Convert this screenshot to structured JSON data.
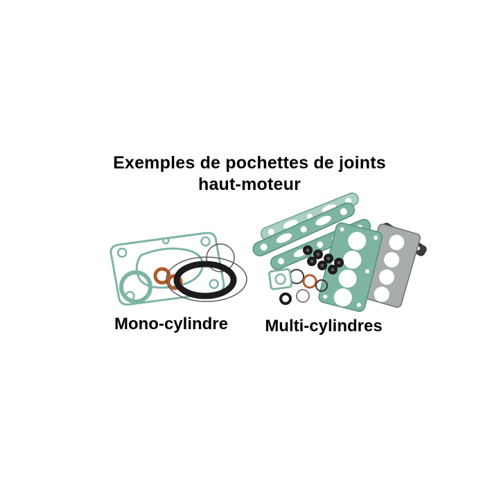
{
  "image": {
    "title_line1": "Exemples de pochettes de joints",
    "title_line2": "haut-moteur",
    "labels": {
      "mono": "Mono-cylindre",
      "multi": "Multi-cylindres"
    },
    "illustrations": {
      "left_group": "mono-cylinder-top-end-gasket-kit",
      "right_group": "multi-cylinder-top-end-gasket-kit"
    },
    "colors": {
      "background": "#ffffff",
      "text": "#000000",
      "gasket-teal": "#7db4a4",
      "gasket-teal-dark": "#548d7d",
      "gasket-teal-light": "#aacfc4",
      "oring-orange": "#b05a2a",
      "seal-black": "#1c1c1c",
      "metal-gray": "#a8adac"
    }
  }
}
